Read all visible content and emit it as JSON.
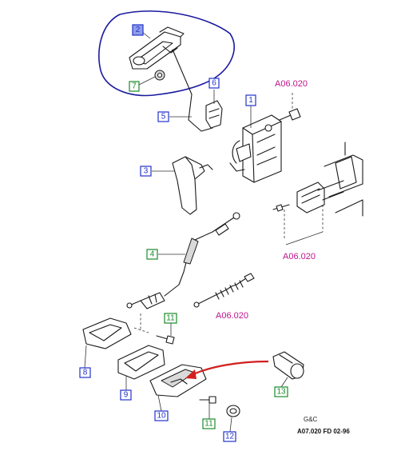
{
  "callouts": [
    {
      "id": "c2",
      "label": "2",
      "color": "#2233cc",
      "highlight": true
    },
    {
      "id": "c7",
      "label": "7",
      "color": "#1a8a2a"
    },
    {
      "id": "c6",
      "label": "6",
      "color": "#2233cc"
    },
    {
      "id": "c5",
      "label": "5",
      "color": "#2233cc"
    },
    {
      "id": "c1",
      "label": "1",
      "color": "#2233cc"
    },
    {
      "id": "c3",
      "label": "3",
      "color": "#2233cc"
    },
    {
      "id": "c4",
      "label": "4",
      "color": "#1a8a2a"
    },
    {
      "id": "c11a",
      "label": "11",
      "color": "#1a8a2a"
    },
    {
      "id": "c8",
      "label": "8",
      "color": "#2233cc"
    },
    {
      "id": "c9",
      "label": "9",
      "color": "#2233cc"
    },
    {
      "id": "c10",
      "label": "10",
      "color": "#2233cc"
    },
    {
      "id": "c11b",
      "label": "11",
      "color": "#1a8a2a"
    },
    {
      "id": "c12",
      "label": "12",
      "color": "#2233cc"
    },
    {
      "id": "c13",
      "label": "13",
      "color": "#1a8a2a"
    }
  ],
  "references": {
    "ref_top": "A06.020",
    "ref_mid": "A06.020",
    "ref_bottom": "A06.020"
  },
  "footer": {
    "maker": "G&C",
    "code": "A07.020 FD 02-96"
  },
  "colors": {
    "highlight_outline": "#1a1aa0",
    "arrow": "#d21f1f",
    "reference": "#c0138c",
    "callout_blue": "#2233cc",
    "callout_green": "#1a8a2a"
  }
}
